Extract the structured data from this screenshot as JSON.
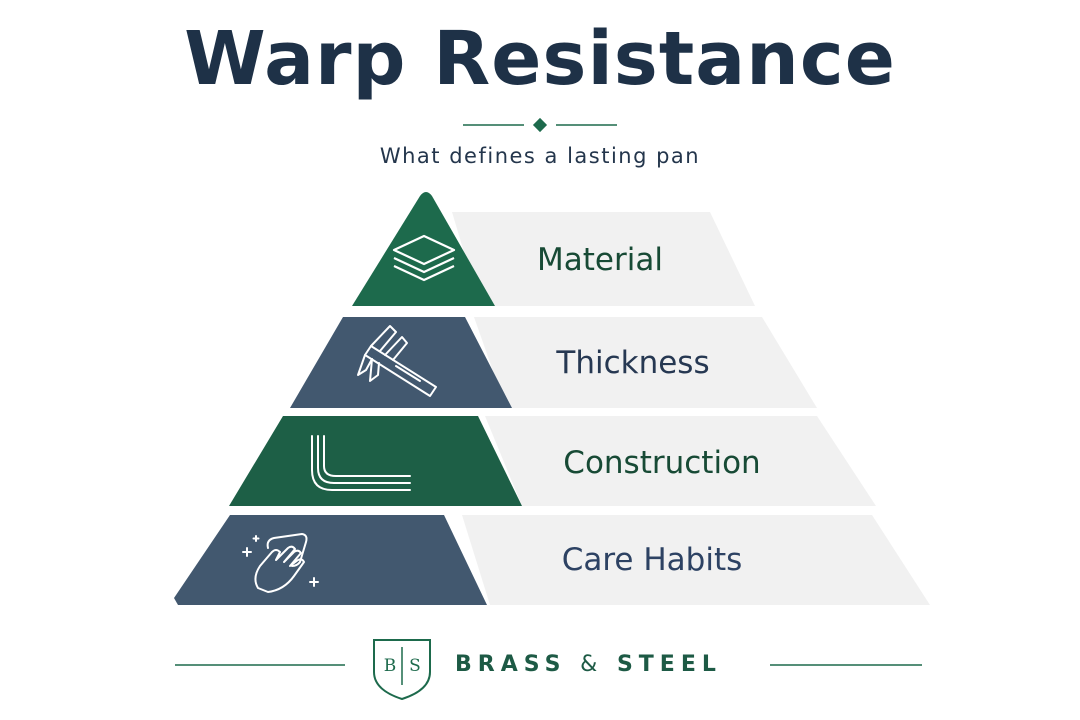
{
  "title": "Warp Resistance",
  "subtitle": "What defines a lasting pan",
  "tiers": [
    {
      "label": "Material",
      "icon": "layers-icon",
      "color": "#1d6a4c",
      "text_color": "#174a35"
    },
    {
      "label": "Thickness",
      "icon": "caliper-icon",
      "color": "#42586f",
      "text_color": "#263852"
    },
    {
      "label": "Construction",
      "icon": "pan-cross-section-icon",
      "color": "#1d5f46",
      "text_color": "#174a35"
    },
    {
      "label": "Care Habits",
      "icon": "wiping-hand-icon",
      "color": "#42586f",
      "text_color": "#2d4263"
    }
  ],
  "brand": {
    "logo_left": "B",
    "logo_right": "S",
    "name_part1": "BRASS",
    "ampersand": "&",
    "name_part2": "STEEL",
    "color": "#1d5a45"
  },
  "colors": {
    "title": "#1e3147",
    "accent_green": "#1d6a4c",
    "panel_gray": "#f1f1f1"
  }
}
